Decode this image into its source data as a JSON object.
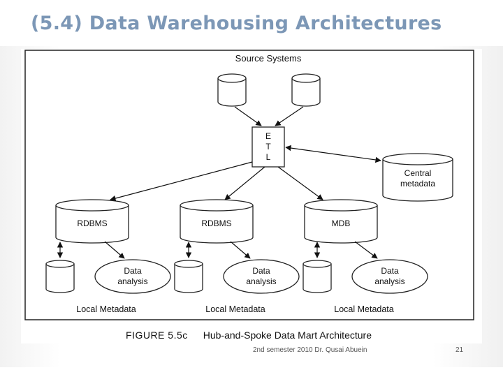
{
  "slide": {
    "title": "(5.4) Data Warehousing Architectures",
    "footer": "2nd semester 2010 Dr. Qusai Abuein",
    "page_number": "21"
  },
  "diagram": {
    "source_systems_label": "Source Systems",
    "etl_letters": [
      "E",
      "T",
      "L"
    ],
    "central_metadata": [
      "Central",
      "metadata"
    ],
    "marts": [
      {
        "label": "RDBMS",
        "analysis": [
          "Data",
          "analysis"
        ],
        "local_metadata": "Local Metadata"
      },
      {
        "label": "RDBMS",
        "analysis": [
          "Data",
          "analysis"
        ],
        "local_metadata": "Local Metadata"
      },
      {
        "label": "MDB",
        "analysis": [
          "Data",
          "analysis"
        ],
        "local_metadata": "Local Metadata"
      }
    ]
  },
  "caption": {
    "figure_label": "FIGURE 5.5c",
    "text": "Hub-and-Spoke Data Mart Architecture"
  }
}
